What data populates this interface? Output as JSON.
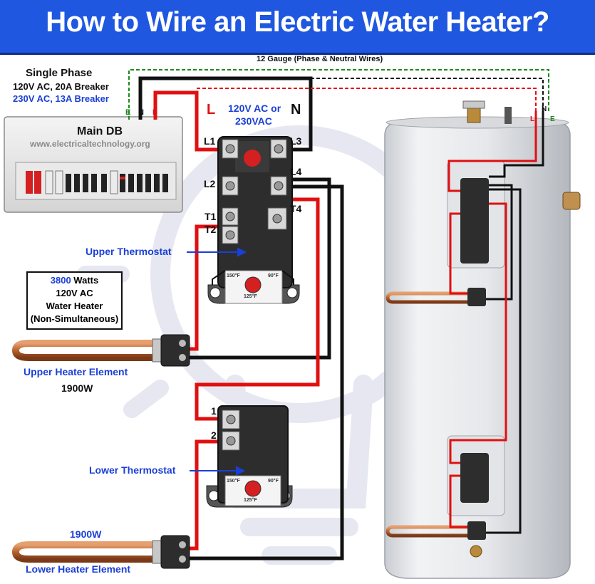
{
  "title": "How to Wire an Electric Water Heater?",
  "gauge_note": "12 Gauge (Phase & Neutral Wires)",
  "supply": {
    "single_phase": "Single Phase",
    "line1": "120V AC, 20A Breaker",
    "line2": "230V AC, 13A Breaker"
  },
  "main_db": {
    "title": "Main DB",
    "website": "www.electricaltechnology.org",
    "terminal_e": "E",
    "terminal_n": "N",
    "terminal_l": "L"
  },
  "supply_labels": {
    "l": "L",
    "n": "N",
    "voltage_1": "120V AC or",
    "voltage_2": "230VAC"
  },
  "upper_thermostat_terminals": {
    "l1": "L1",
    "l2": "L2",
    "l3": "L3",
    "l4": "L4",
    "t1": "T1",
    "t2": "T2",
    "t4": "T4"
  },
  "lower_thermostat_terminals": {
    "t1": "1",
    "t2": "2"
  },
  "thermostat_dial": {
    "temp_left": "150°F",
    "temp_right": "90°F",
    "temp_bottom": "125°F"
  },
  "labels": {
    "upper_thermostat": "Upper Thermostat",
    "lower_thermostat": "Lower Thermostat",
    "upper_element": "Upper Heater Element",
    "upper_element_watts": "1900W",
    "lower_element": "Lower Heater Element",
    "lower_element_watts": "1900W"
  },
  "spec_box": {
    "watts_value": "3800",
    "watts_unit": " Watts",
    "voltage": "120V AC",
    "type": "Water Heater",
    "mode": "(Non-Simultaneous)"
  },
  "tank_labels": {
    "l": "L",
    "n": "N",
    "e": "E"
  },
  "colors": {
    "title_bg": "#1f57e0",
    "live_wire": "#e01010",
    "neutral_wire": "#111111",
    "earth_wire": "#1a8a1a",
    "label_blue": "#1a3fd6"
  }
}
